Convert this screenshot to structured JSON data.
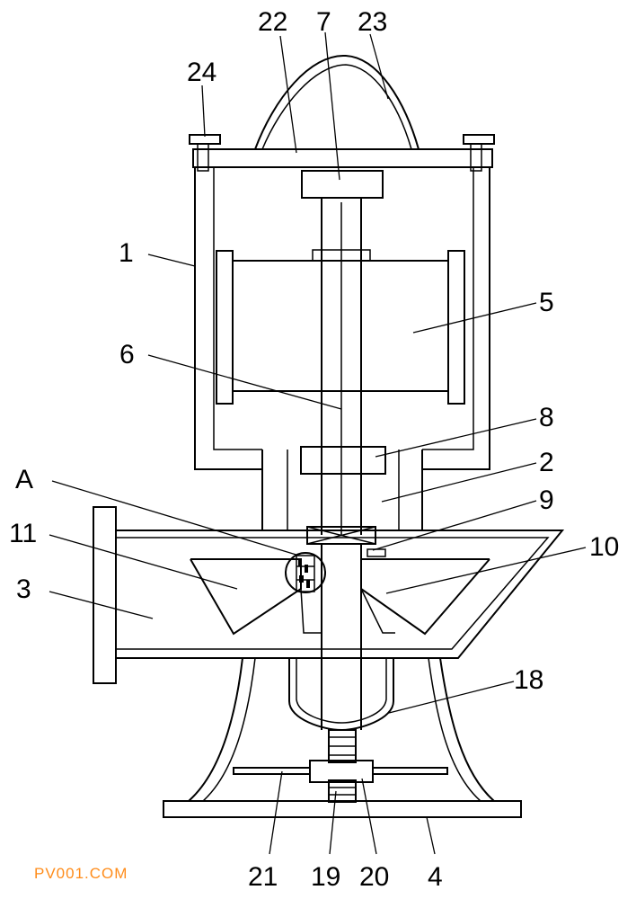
{
  "diagram": {
    "labels": {
      "l1": "1",
      "l2": "2",
      "l3": "3",
      "l4": "4",
      "l5": "5",
      "l6": "6",
      "l7": "7",
      "l8": "8",
      "l9": "9",
      "l10": "10",
      "l11": "11",
      "l18": "18",
      "l19": "19",
      "l20": "20",
      "l21": "21",
      "l22": "22",
      "l23": "23",
      "l24": "24",
      "lA": "A"
    },
    "watermark": "PV001.COM"
  }
}
